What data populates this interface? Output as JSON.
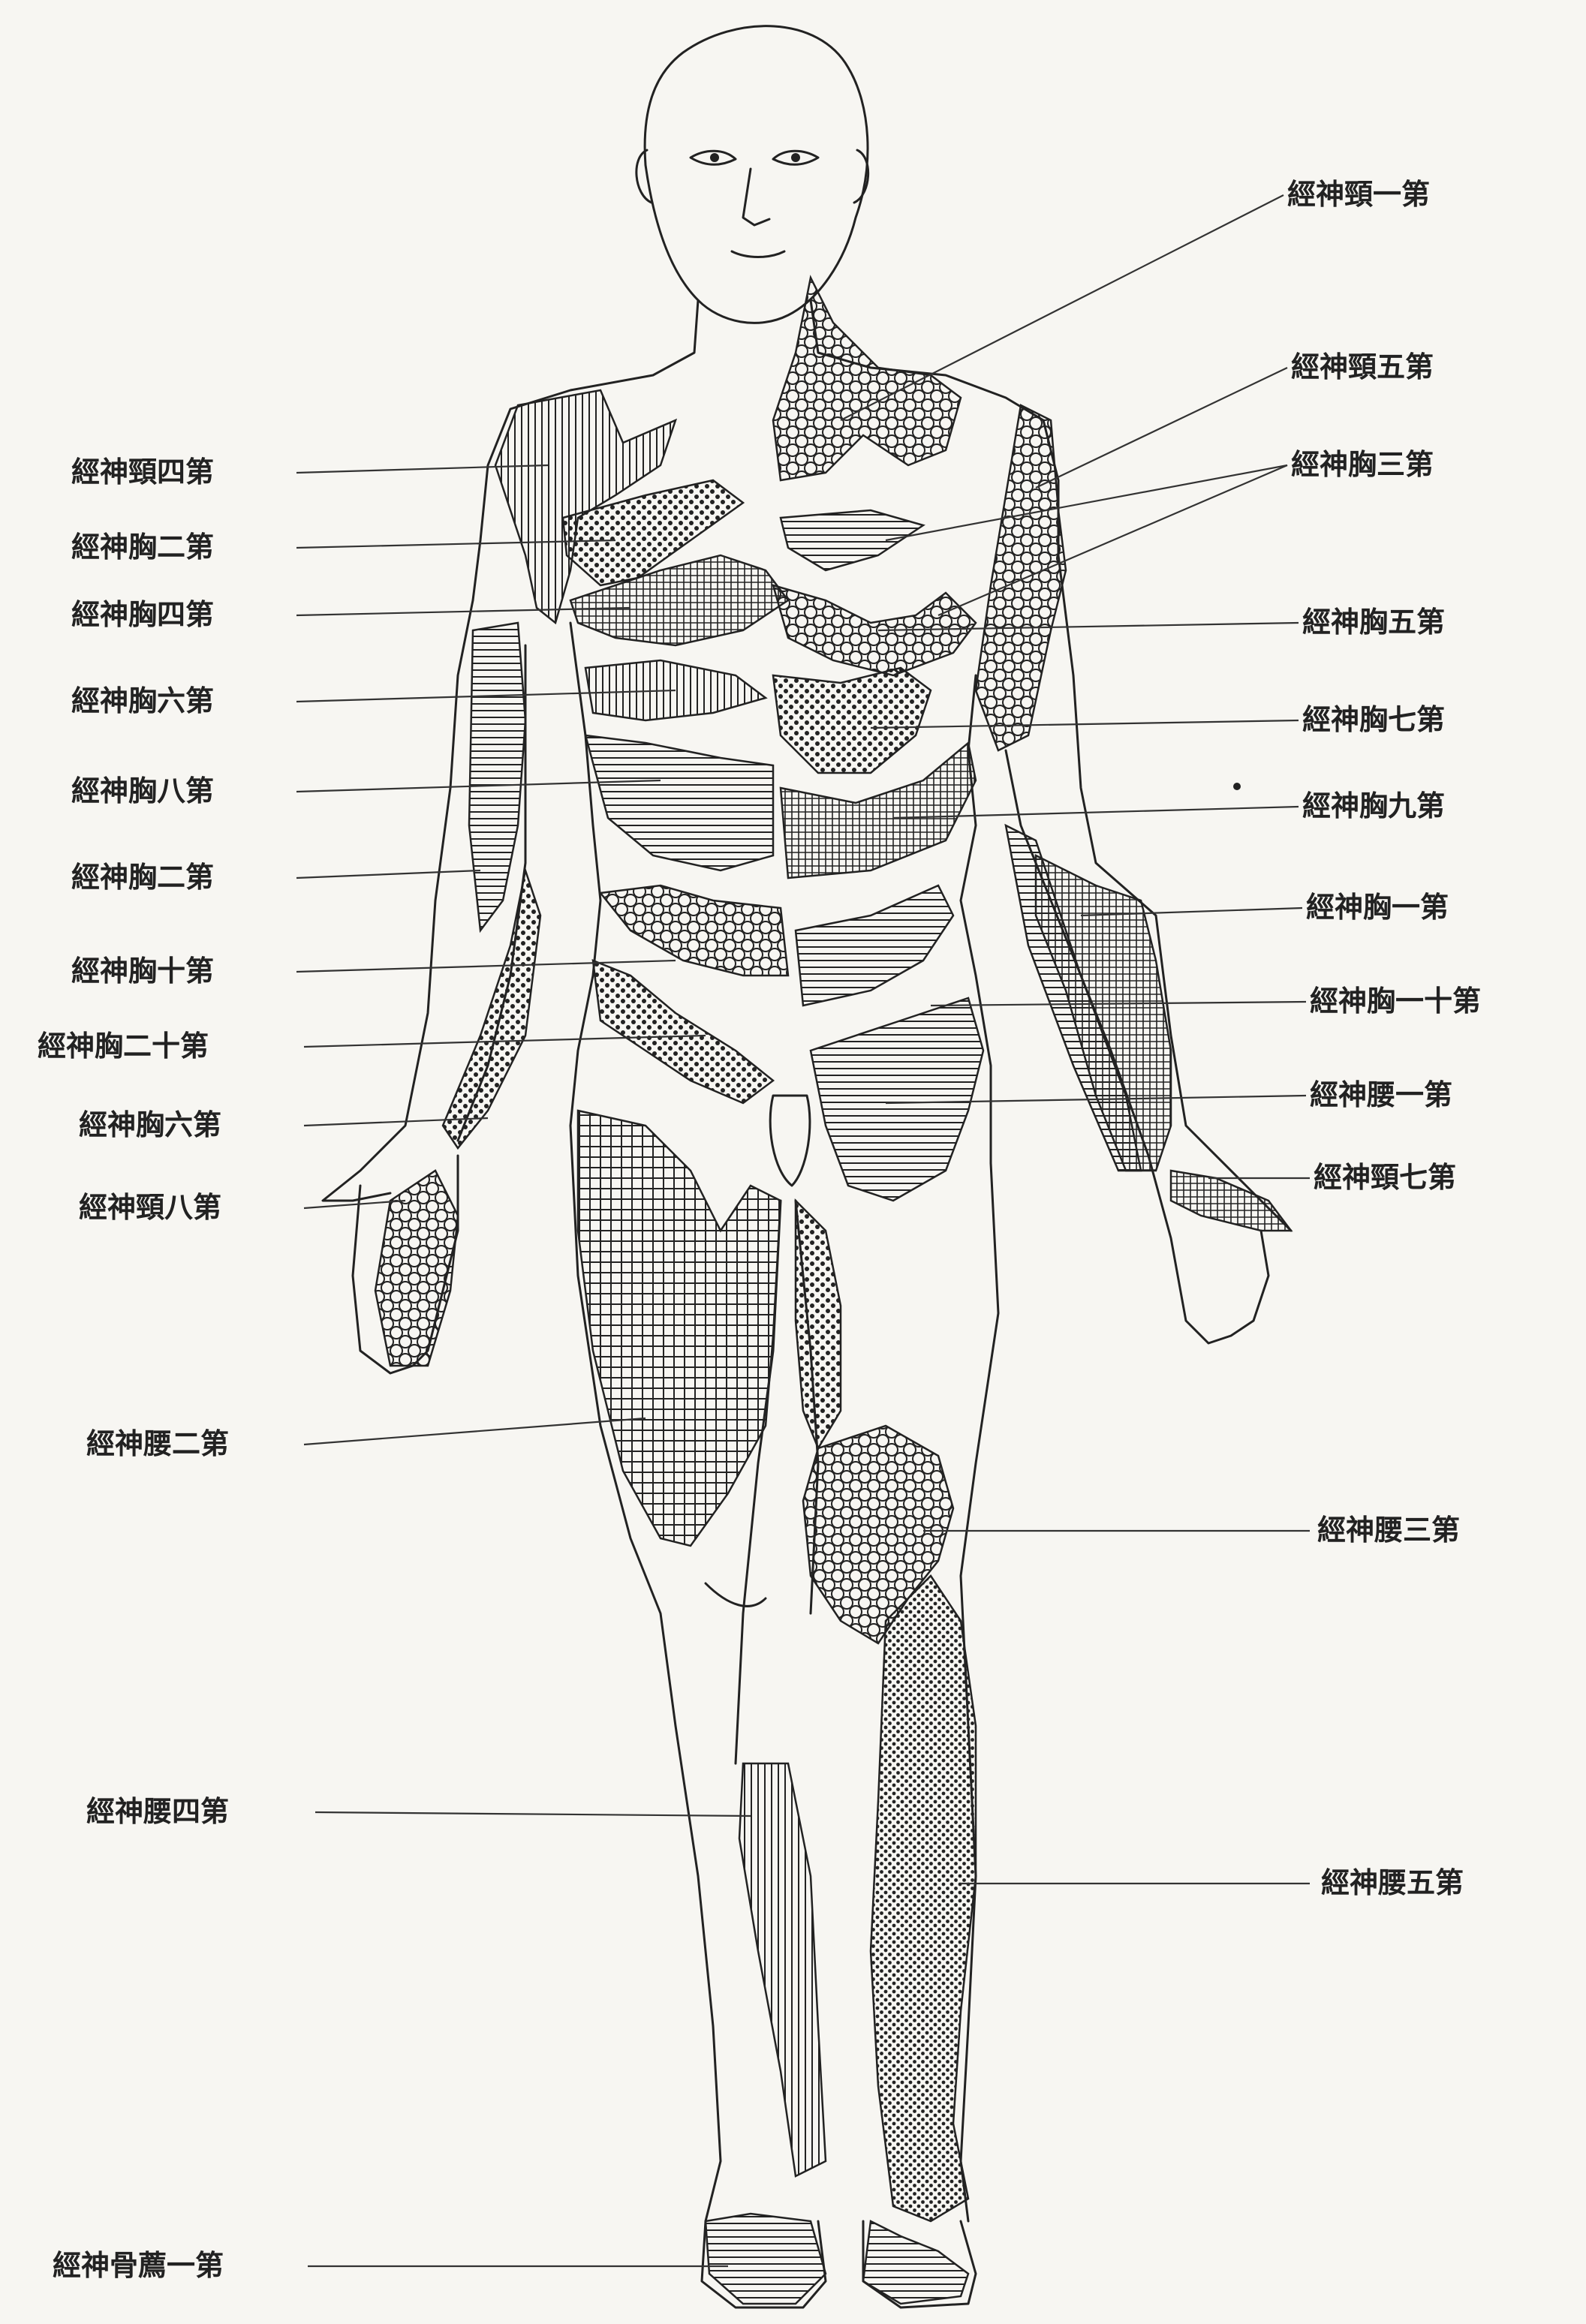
{
  "labels": {
    "c1": "經神頸一第",
    "c5": "經神頸五第",
    "t3": "經神胸三第",
    "c4": "經神頸四第",
    "t2a": "經神胸二第",
    "t4": "經神胸四第",
    "t5": "經神胸五第",
    "t6a": "經神胸六第",
    "t7": "經神胸七第",
    "t8": "經神胸八第",
    "t9": "經神胸九第",
    "t2b": "經神胸二第",
    "t1": "經神胸一第",
    "t10": "經神胸十第",
    "t11": "經神胸一十第",
    "t12": "經神胸二十第",
    "l1": "經神腰一第",
    "t6b": "經神胸六第",
    "c7": "經神頸七第",
    "c8": "經神頸八第",
    "l2": "經神腰二第",
    "l3": "經神腰三第",
    "l4": "經神腰四第",
    "l5": "經神腰五第",
    "s1": "經神骨薦一第"
  }
}
